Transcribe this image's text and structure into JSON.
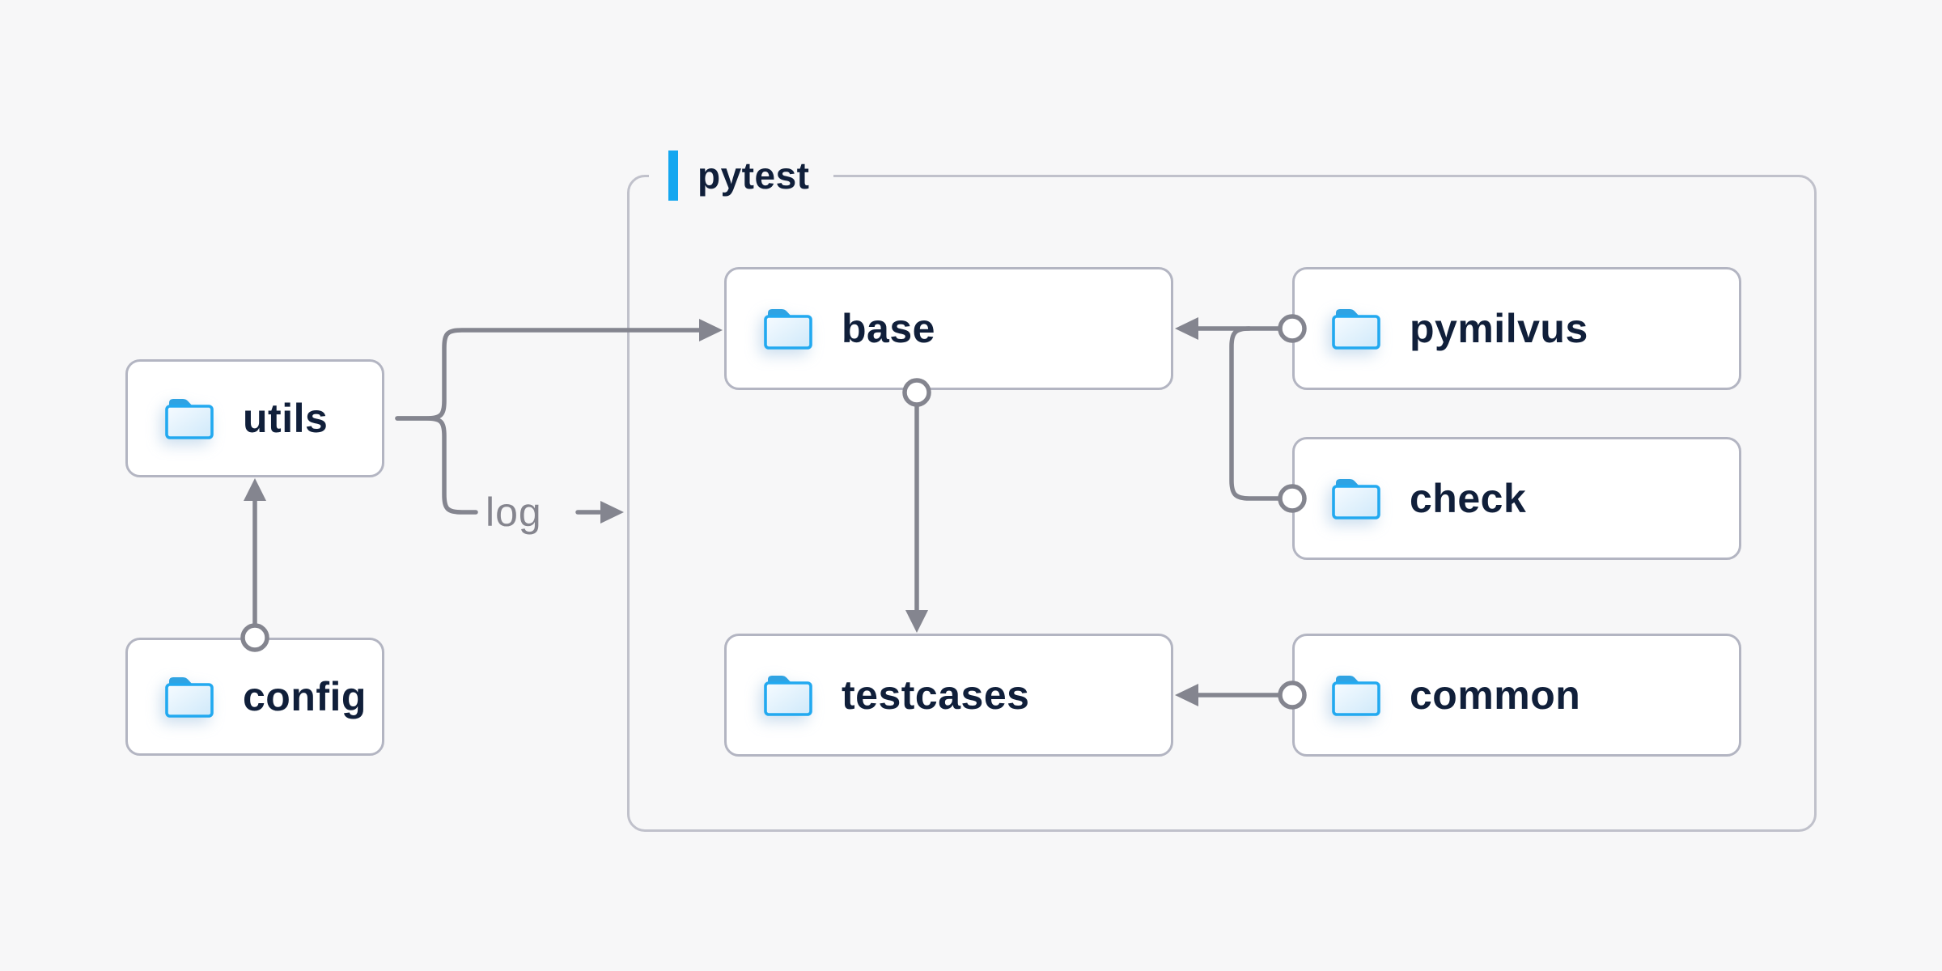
{
  "diagram": {
    "group": {
      "label": "pytest"
    },
    "nodes": {
      "utils": {
        "label": "utils",
        "icon": "folder-icon"
      },
      "config": {
        "label": "config",
        "icon": "folder-icon"
      },
      "base": {
        "label": "base",
        "icon": "folder-icon"
      },
      "pymilvus": {
        "label": "pymilvus",
        "icon": "folder-icon"
      },
      "check": {
        "label": "check",
        "icon": "folder-icon"
      },
      "testcases": {
        "label": "testcases",
        "icon": "folder-icon"
      },
      "common": {
        "label": "common",
        "icon": "folder-icon"
      }
    },
    "edge_label": {
      "text": "log"
    },
    "edges": [
      {
        "from": "utils",
        "to": "base"
      },
      {
        "from": "utils",
        "to": "pytest-group",
        "label": "log"
      },
      {
        "from": "config",
        "to": "utils"
      },
      {
        "from": "base",
        "to": "testcases"
      },
      {
        "from": "pymilvus",
        "to": "base"
      },
      {
        "from": "check",
        "to": "base"
      },
      {
        "from": "common",
        "to": "testcases"
      }
    ],
    "colors": {
      "background": "#f7f7f8",
      "node_fill": "#ffffff",
      "node_border": "#b3b5c2",
      "group_border": "#c0c1cb",
      "connector_gray": "#84858f",
      "text_navy": "#101f3a",
      "accent_blue": "#14a7f0",
      "folder_blue": "#22a9f0",
      "folder_fill_light": "#f2fafe",
      "folder_fill_dark": "#d6ecfa"
    }
  }
}
